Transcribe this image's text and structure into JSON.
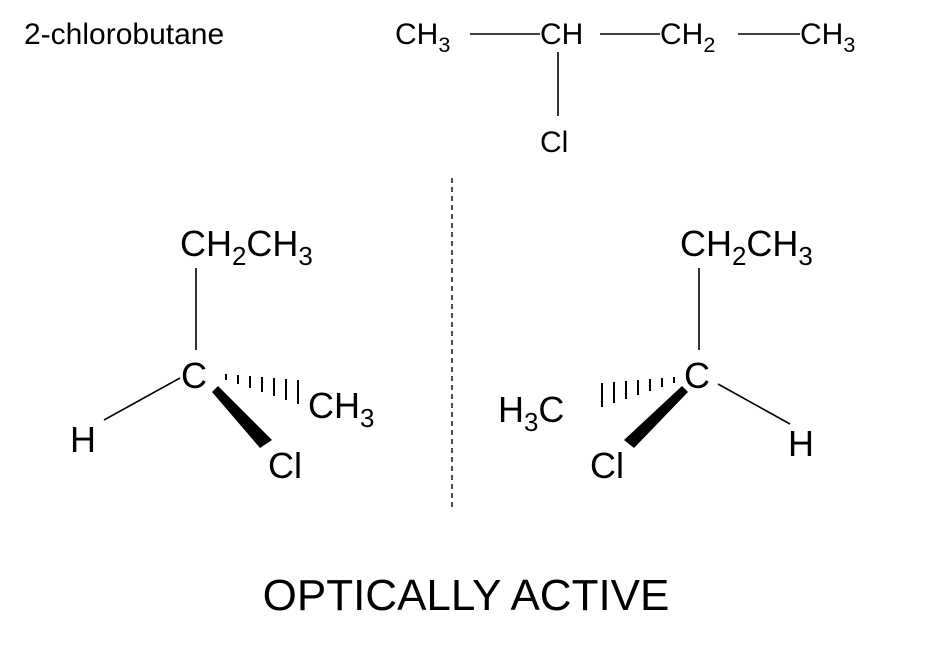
{
  "compound_name": "2-chlorobutane",
  "condensed": {
    "c1": {
      "main": "CH",
      "sub": "3"
    },
    "c2": {
      "main": "CH",
      "sub": ""
    },
    "c3": {
      "main": "CH",
      "sub": "2"
    },
    "c4": {
      "main": "CH",
      "sub": "3"
    },
    "substituent": "Cl"
  },
  "left_enantiomer": {
    "top_group": {
      "a": "CH",
      "a_sub": "2",
      "b": "CH",
      "b_sub": "3"
    },
    "center": "C",
    "hydrogen": "H",
    "hashed_group": {
      "main": "CH",
      "sub": "3"
    },
    "wedged_group": "Cl"
  },
  "right_enantiomer": {
    "top_group": {
      "a": "CH",
      "a_sub": "2",
      "b": "CH",
      "b_sub": "3"
    },
    "center": "C",
    "hydrogen": "H",
    "hashed_group": {
      "main": "H",
      "sub": "3",
      "tail": "C"
    },
    "wedged_group": "Cl"
  },
  "caption": "OPTICALLY ACTIVE",
  "colors": {
    "caption": "#3b44b4",
    "ink": "#000000"
  }
}
